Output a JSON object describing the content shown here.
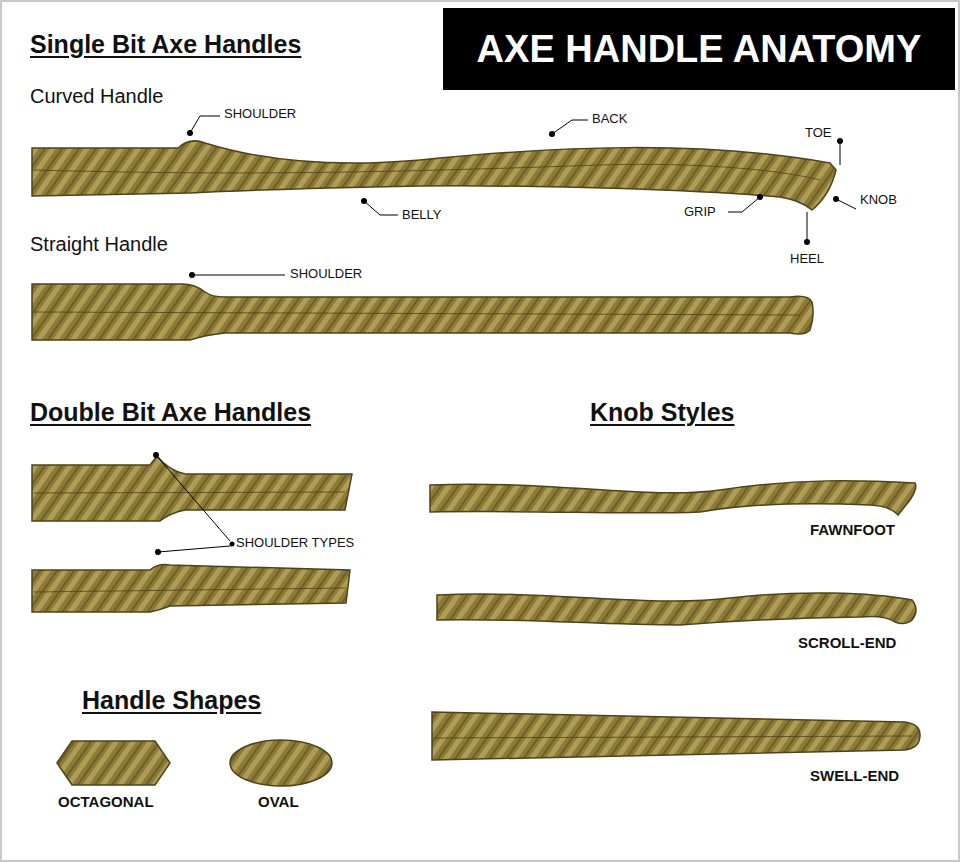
{
  "diagram": {
    "title": "AXE HANDLE ANATOMY",
    "labels": [
      "Single Bit Axe Handles",
      "Curved Handle",
      "SHOULDER",
      "BACK",
      "TOE",
      "BELLY",
      "GRIP",
      "KNOB",
      "HEEL",
      "Straight Handle",
      "SHOULDER",
      "Double Bit Axe Handles",
      "SHOULDER TYPES",
      "Knob Styles",
      "FAWNFOOT",
      "SCROLL-END",
      "SWELL-END",
      "Handle Shapes",
      "OCTAGONAL",
      "OVAL"
    ]
  }
}
